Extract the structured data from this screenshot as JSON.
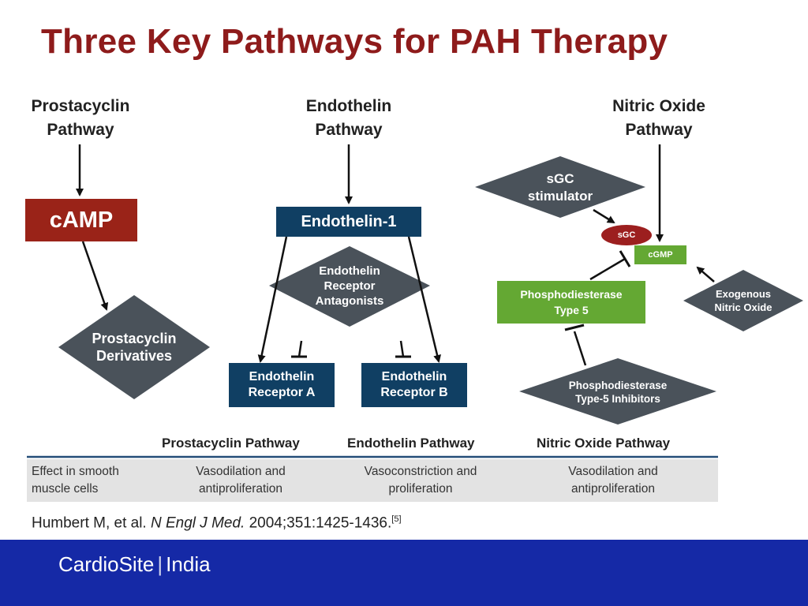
{
  "title": "Three Key Pathways for PAH Therapy",
  "pathways": {
    "prostacyclin": {
      "label_line1": "Prostacyclin",
      "label_line2": "Pathway",
      "box": "cAMP",
      "diamond": "Prostacyclin Derivatives"
    },
    "endothelin": {
      "label_line1": "Endothelin",
      "label_line2": "Pathway",
      "box": "Endothelin-1",
      "diamond_l1": "Endothelin",
      "diamond_l2": "Receptor",
      "diamond_l3": "Antagonists",
      "receptor_a_l1": "Endothelin",
      "receptor_a_l2": "Receptor A",
      "receptor_b_l1": "Endothelin",
      "receptor_b_l2": "Receptor B"
    },
    "nitric_oxide": {
      "label_line1": "Nitric Oxide",
      "label_line2": "Pathway",
      "sgc_stim_l1": "sGC",
      "sgc_stim_l2": "stimulator",
      "sgc": "sGC",
      "cgmp": "cGMP",
      "pde5_l1": "Phosphodiesterase",
      "pde5_l2": "Type 5",
      "exo_l1": "Exogenous",
      "exo_l2": "Nitric Oxide",
      "pde5i_l1": "Phosphodiesterase",
      "pde5i_l2": "Type-5 Inhibitors"
    }
  },
  "table": {
    "headers": [
      "Prostacyclin Pathway",
      "Endothelin Pathway",
      "Nitric Oxide Pathway"
    ],
    "row_label_l1": "Effect in smooth",
    "row_label_l2": "muscle cells",
    "cells": [
      {
        "l1": "Vasodilation and",
        "l2": "antiproliferation"
      },
      {
        "l1": "Vasoconstriction and",
        "l2": "proliferation"
      },
      {
        "l1": "Vasodilation and",
        "l2": "antiproliferation"
      }
    ]
  },
  "citation": {
    "authors": "Humbert M, et al. ",
    "journal": "N Engl J Med.",
    "rest": " 2004;351:1425-1436.",
    "ref": "[5]"
  },
  "footer": {
    "brand": "CardioSite",
    "brand2": "India"
  },
  "colors": {
    "title": "#8e1b1b",
    "camp": "#9a2318",
    "navy": "#103f63",
    "diamond": "#4a525a",
    "green": "#64a833",
    "sgc": "#9c1f1f",
    "footer": "#1529a6"
  }
}
